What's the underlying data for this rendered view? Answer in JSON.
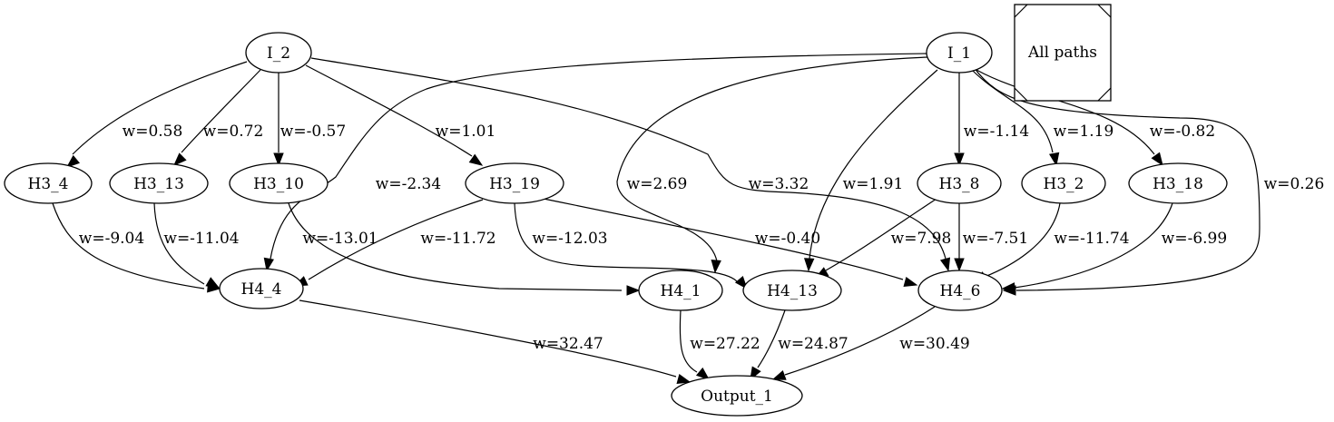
{
  "diagram": {
    "legend": {
      "label": "All paths"
    },
    "nodes": [
      {
        "id": "I_2",
        "label": "I_2"
      },
      {
        "id": "I_1",
        "label": "I_1"
      },
      {
        "id": "H3_4",
        "label": "H3_4"
      },
      {
        "id": "H3_13",
        "label": "H3_13"
      },
      {
        "id": "H3_10",
        "label": "H3_10"
      },
      {
        "id": "H3_19",
        "label": "H3_19"
      },
      {
        "id": "H3_8",
        "label": "H3_8"
      },
      {
        "id": "H3_2",
        "label": "H3_2"
      },
      {
        "id": "H3_18",
        "label": "H3_18"
      },
      {
        "id": "H4_4",
        "label": "H4_4"
      },
      {
        "id": "H4_1",
        "label": "H4_1"
      },
      {
        "id": "H4_13",
        "label": "H4_13"
      },
      {
        "id": "H4_6",
        "label": "H4_6"
      },
      {
        "id": "Output_1",
        "label": "Output_1"
      }
    ],
    "edges": [
      {
        "from": "I_2",
        "to": "H3_4",
        "label": "w=0.58"
      },
      {
        "from": "I_2",
        "to": "H3_13",
        "label": "w=0.72"
      },
      {
        "from": "I_2",
        "to": "H3_10",
        "label": "w=-0.57"
      },
      {
        "from": "I_2",
        "to": "H3_19",
        "label": "w=1.01"
      },
      {
        "from": "I_2",
        "to": "H4_6",
        "label": "w=3.32"
      },
      {
        "from": "I_1",
        "to": "H4_4",
        "label": "w=-2.34"
      },
      {
        "from": "I_1",
        "to": "H4_1",
        "label": "w=2.69"
      },
      {
        "from": "I_1",
        "to": "H4_13",
        "label": "w=1.91"
      },
      {
        "from": "I_1",
        "to": "H3_8",
        "label": "w=-1.14"
      },
      {
        "from": "I_1",
        "to": "H3_2",
        "label": "w=1.19"
      },
      {
        "from": "I_1",
        "to": "H3_18",
        "label": "w=-0.82"
      },
      {
        "from": "I_1",
        "to": "H4_6",
        "label": "w=0.26"
      },
      {
        "from": "H3_4",
        "to": "H4_4",
        "label": "w=-9.04"
      },
      {
        "from": "H3_13",
        "to": "H4_4",
        "label": "w=-11.04"
      },
      {
        "from": "H3_10",
        "to": "H4_1",
        "label": "w=-13.01"
      },
      {
        "from": "H3_19",
        "to": "H4_4",
        "label": "w=-11.72"
      },
      {
        "from": "H3_19",
        "to": "H4_13",
        "label": "w=-12.03"
      },
      {
        "from": "H3_19",
        "to": "H4_6",
        "label": "w=-0.40"
      },
      {
        "from": "H3_8",
        "to": "H4_13",
        "label": "w=7.98"
      },
      {
        "from": "H3_8",
        "to": "H4_6",
        "label": "w=-7.51"
      },
      {
        "from": "H3_2",
        "to": "H4_6",
        "label": "w=-11.74"
      },
      {
        "from": "H3_18",
        "to": "H4_6",
        "label": "w=-6.99"
      },
      {
        "from": "H4_4",
        "to": "Output_1",
        "label": "w=32.47"
      },
      {
        "from": "H4_1",
        "to": "Output_1",
        "label": "w=27.22"
      },
      {
        "from": "H4_13",
        "to": "Output_1",
        "label": "w=24.87"
      },
      {
        "from": "H4_6",
        "to": "Output_1",
        "label": "w=30.49"
      }
    ]
  }
}
